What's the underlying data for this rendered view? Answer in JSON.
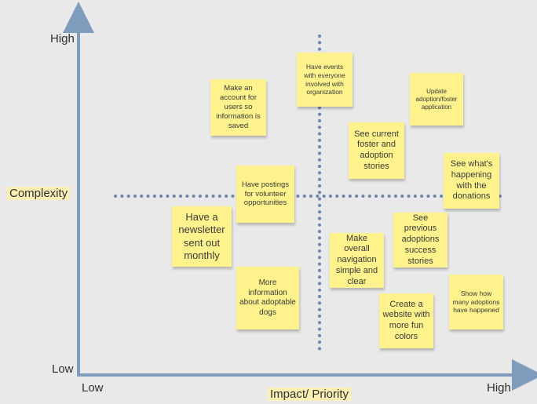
{
  "axes": {
    "y_high": "High",
    "y_low": "Low",
    "y_title": "Complexity",
    "x_low": "Low",
    "x_high": "High",
    "x_title": "Impact/ Priority"
  },
  "colors": {
    "axis": "#7f9cbc",
    "divider": "#6e86a8",
    "note": "#fdf28c",
    "label_highlight": "#fbefb4"
  },
  "notes": [
    {
      "id": "make-account",
      "text": "Make an account for users so information is saved"
    },
    {
      "id": "have-events",
      "text": "Have events with everyone involved with organization"
    },
    {
      "id": "update-application",
      "text": "Update adoption/foster application"
    },
    {
      "id": "current-stories",
      "text": "See current foster and adoption stories"
    },
    {
      "id": "donations",
      "text": "See what's happening with the donations"
    },
    {
      "id": "volunteer-postings",
      "text": "Have postings for volunteer opportunities"
    },
    {
      "id": "newsletter",
      "text": "Have a newsletter sent out monthly"
    },
    {
      "id": "previous-adoptions",
      "text": "See previous adoptions success stories"
    },
    {
      "id": "navigation",
      "text": "Make overall navigation simple and clear"
    },
    {
      "id": "adoptable-dogs",
      "text": "More information about adoptable dogs"
    },
    {
      "id": "fun-colors",
      "text": "Create a website with more fun colors"
    },
    {
      "id": "dogs-adopted",
      "text": "Show how many adoptions have happened"
    }
  ]
}
